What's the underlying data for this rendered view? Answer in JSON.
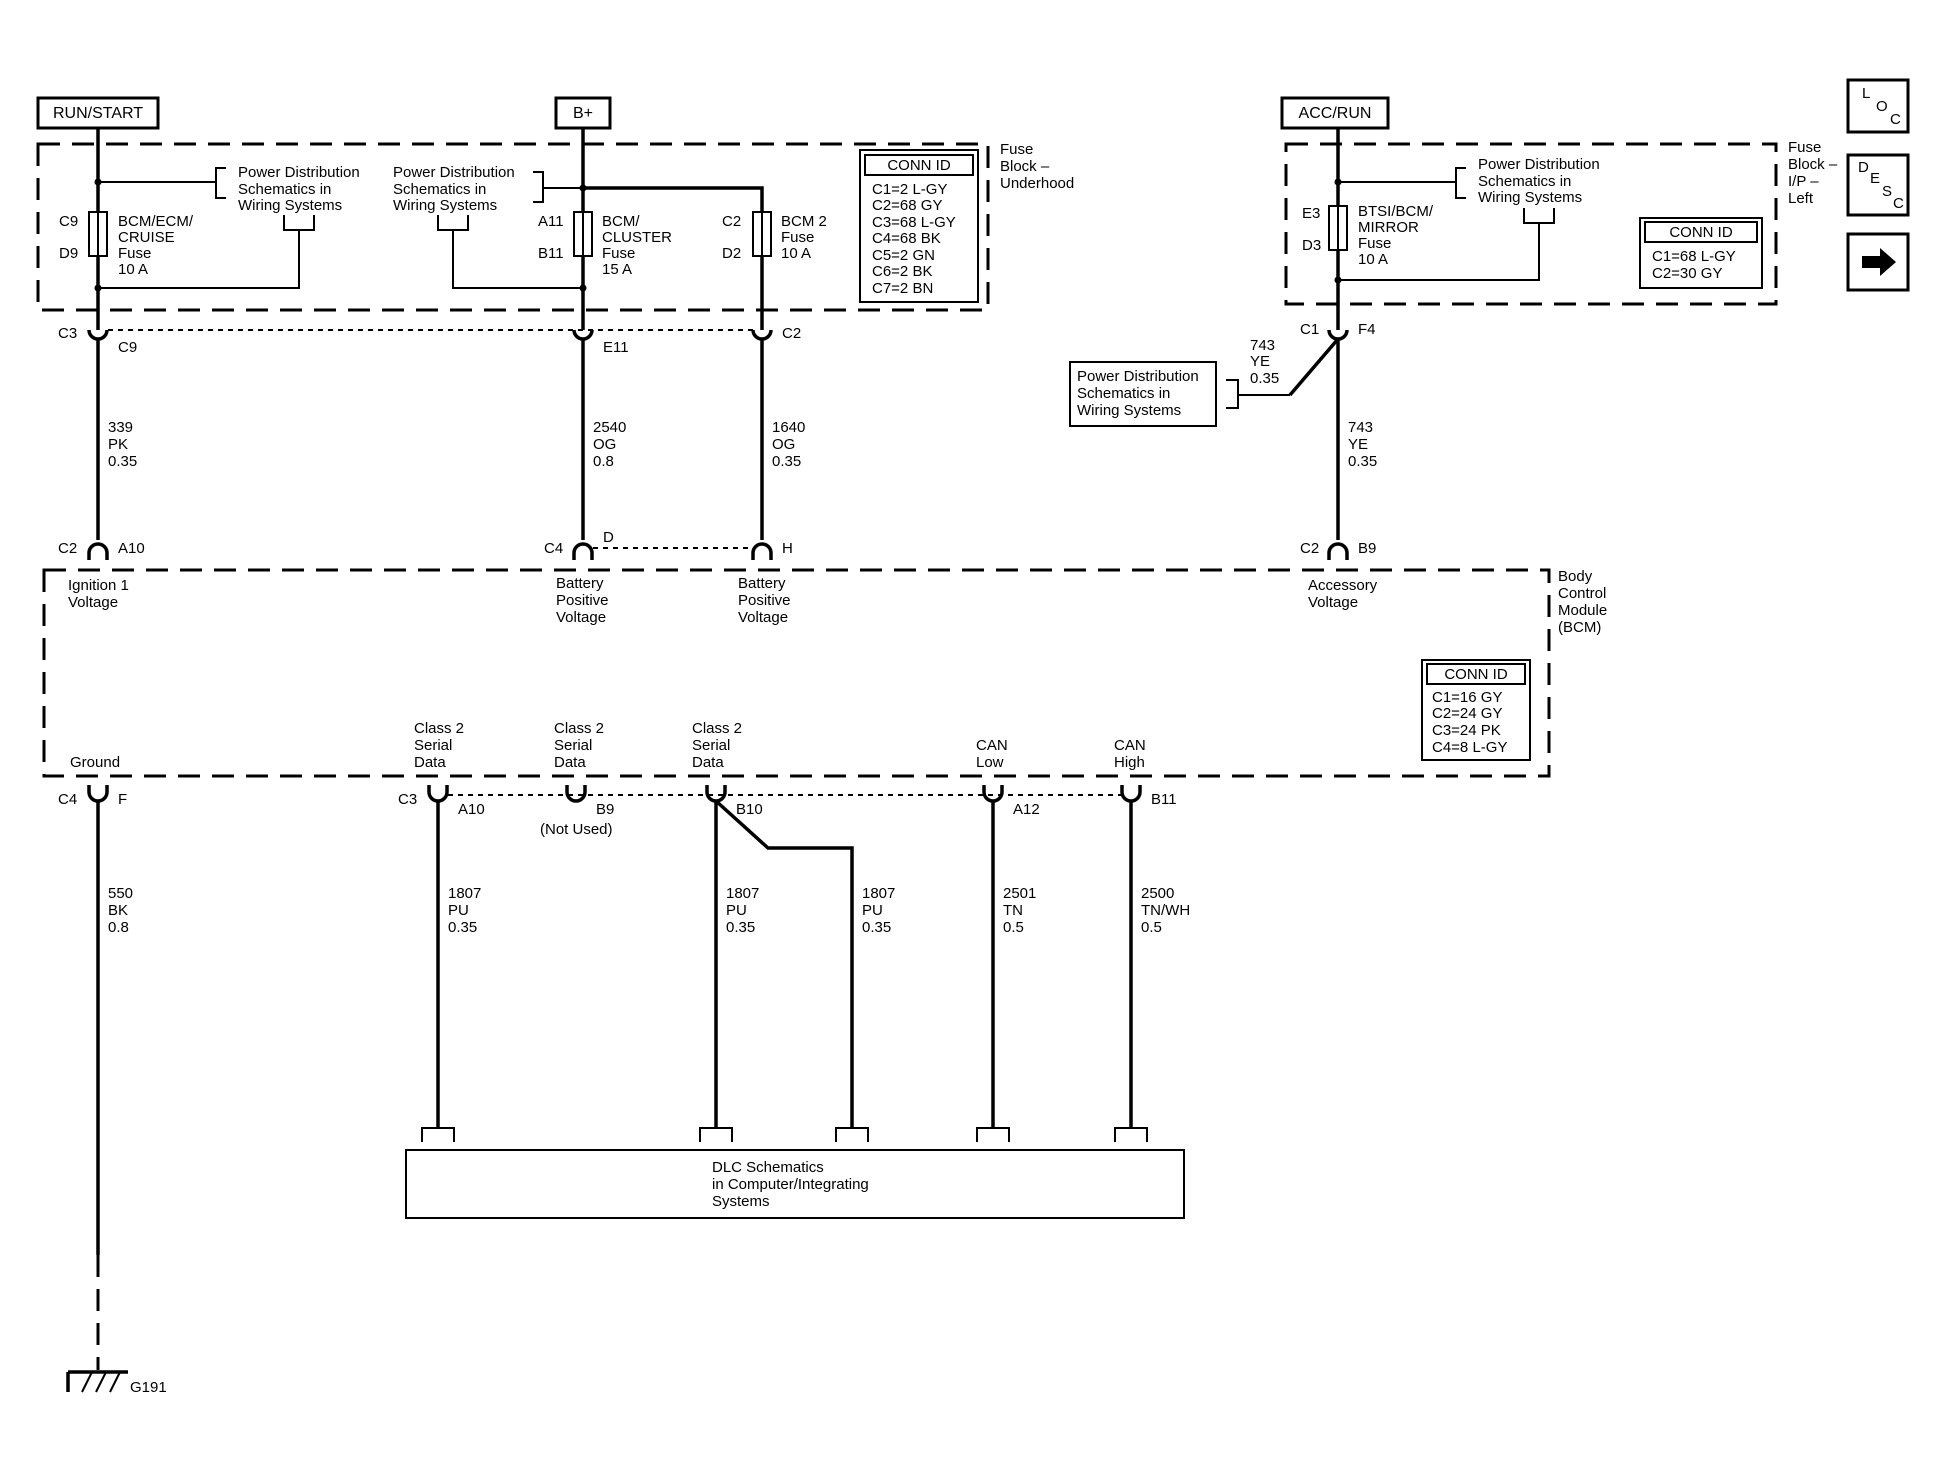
{
  "sources": {
    "run_start": "RUN/START",
    "b_plus": "B+",
    "acc_run": "ACC/RUN"
  },
  "nav": {
    "loc": [
      "L",
      "O",
      "C"
    ],
    "desc": [
      "D",
      "E",
      "S",
      "C"
    ]
  },
  "fuse_block_underhood": {
    "title": [
      "Fuse",
      "Block –",
      "Underhood"
    ],
    "conn_id_title": "CONN ID",
    "conn_ids": [
      "C1=2 L-GY",
      "C2=68 GY",
      "C3=68 L-GY",
      "C4=68 BK",
      "C5=2 GN",
      "C6=2 BK",
      "C7=2 BN"
    ],
    "fuses": [
      {
        "top_pin": "C9",
        "bottom_pin": "D9",
        "name": [
          "BCM/ECM/",
          "CRUISE",
          "Fuse",
          "10 A"
        ]
      },
      {
        "top_pin": "A11",
        "bottom_pin": "B11",
        "name": [
          "BCM/",
          "CLUSTER",
          "Fuse",
          "15 A"
        ]
      },
      {
        "top_pin": "C2",
        "bottom_pin": "D2",
        "name": [
          "BCM 2",
          "Fuse",
          "10 A"
        ]
      }
    ],
    "pd_refs": [
      [
        "Power Distribution",
        "Schematics in",
        "Wiring Systems"
      ],
      [
        "Power Distribution",
        "Schematics in",
        "Wiring Systems"
      ]
    ]
  },
  "fuse_block_ip": {
    "title": [
      "Fuse",
      "Block –",
      "I/P –",
      "Left"
    ],
    "conn_id_title": "CONN ID",
    "conn_ids": [
      "C1=68 L-GY",
      "C2=30 GY"
    ],
    "fuse": {
      "top_pin": "E3",
      "bottom_pin": "D3",
      "name": [
        "BTSI/BCM/",
        "MIRROR",
        "Fuse",
        "10 A"
      ]
    },
    "pd_ref": [
      "Power Distribution",
      "Schematics in",
      "Wiring Systems"
    ]
  },
  "upper_connectors": [
    {
      "left": "C3",
      "right": "C9"
    },
    {
      "left": "",
      "right": "E11"
    },
    {
      "left": "",
      "right": "C2"
    },
    {
      "left": "C1",
      "right": "F4"
    }
  ],
  "upper_wires": [
    [
      "339",
      "PK",
      "0.35"
    ],
    [
      "2540",
      "OG",
      "0.8"
    ],
    [
      "1640",
      "OG",
      "0.35"
    ],
    [
      "743",
      "YE",
      "0.35"
    ]
  ],
  "splice_wire": [
    "743",
    "YE",
    "0.35"
  ],
  "left_pd_ref": [
    "Power Distribution",
    "Schematics in",
    "Wiring Systems"
  ],
  "bcm": {
    "title": [
      "Body",
      "Control",
      "Module",
      "(BCM)"
    ],
    "conn_id_title": "CONN ID",
    "conn_ids": [
      "C1=16 GY",
      "C2=24 GY",
      "C3=24 PK",
      "C4=8 L-GY"
    ],
    "top_connectors": [
      {
        "left": "C2",
        "right": "A10"
      },
      {
        "left": "C4",
        "right": "D"
      },
      {
        "left": "",
        "right": "H"
      },
      {
        "left": "C2",
        "right": "B9"
      }
    ],
    "inputs": [
      [
        "Ignition 1",
        "Voltage"
      ],
      [
        "Battery",
        "Positive",
        "Voltage"
      ],
      [
        "Battery",
        "Positive",
        "Voltage"
      ],
      [
        "Accessory",
        "Voltage"
      ]
    ],
    "outputs": [
      [
        "Ground"
      ],
      [
        "Class 2",
        "Serial",
        "Data"
      ],
      [
        "Class 2",
        "Serial",
        "Data"
      ],
      [
        "Class 2",
        "Serial",
        "Data"
      ],
      [
        "CAN",
        "Low"
      ],
      [
        "CAN",
        "High"
      ]
    ],
    "bottom_connectors": [
      {
        "left": "C4",
        "right": "F"
      },
      {
        "left": "C3",
        "right": "A10"
      },
      {
        "left": "",
        "right": "B9"
      },
      {
        "left": "",
        "right": "B10"
      },
      {
        "left": "",
        "right": "A12"
      },
      {
        "left": "",
        "right": "B11"
      }
    ],
    "not_used": "(Not Used)"
  },
  "lower_wires": [
    [
      "550",
      "BK",
      "0.8"
    ],
    [
      "1807",
      "PU",
      "0.35"
    ],
    [
      "1807",
      "PU",
      "0.35"
    ],
    [
      "1807",
      "PU",
      "0.35"
    ],
    [
      "2501",
      "TN",
      "0.5"
    ],
    [
      "2500",
      "TN/WH",
      "0.5"
    ]
  ],
  "dlc": [
    "DLC Schematics",
    "in Computer/Integrating",
    "Systems"
  ],
  "ground": "G191"
}
